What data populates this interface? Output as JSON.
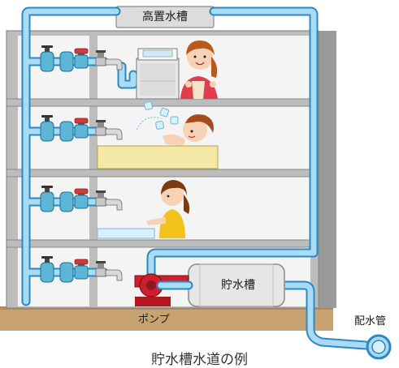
{
  "labels": {
    "elevated_tank": "高置水槽",
    "storage_tank": "貯水槽",
    "pump": "ポンプ",
    "water_main": "配水管",
    "caption": "貯水槽水道の例"
  },
  "colors": {
    "pipe_fill": "#a9dbf2",
    "pipe_outline": "#2b88c6",
    "building_gray": "#bfbfbf",
    "ground": "#c8a371",
    "pump_red": "#cf1f2c",
    "valve_blue": "#5eb6d6",
    "valve_red": "#d03a3a"
  },
  "icons": [
    "valve-icon",
    "faucet-icon",
    "washing-machine-icon",
    "bathtub-icon",
    "sink-icon",
    "pump-icon",
    "woman-icon",
    "child-icon",
    "girl-icon"
  ]
}
